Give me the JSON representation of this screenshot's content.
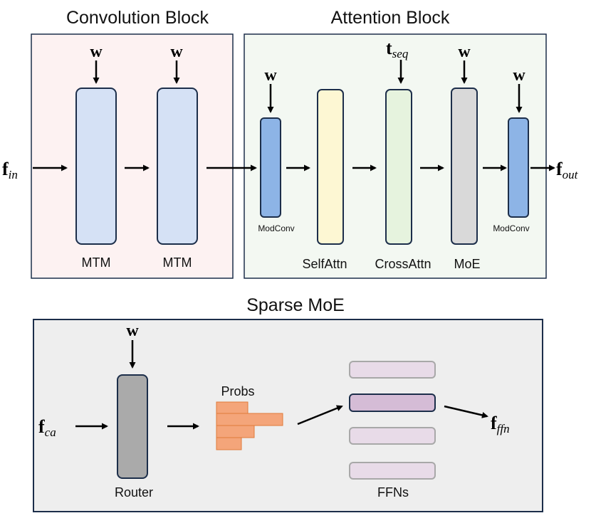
{
  "titles": {
    "conv_block": "Convolution Block",
    "attn_block": "Attention Block",
    "sparse_moe": "Sparse MoE"
  },
  "math": {
    "w": "w",
    "f": "f",
    "t": "t",
    "f_in_sub": "in",
    "f_out_sub": "out",
    "t_seq_sub": "seq",
    "f_ca_sub": "ca",
    "f_ffn_sub": "ffn"
  },
  "labels": {
    "mtm_1": "MTM",
    "mtm_2": "MTM",
    "modconv_1": "ModConv",
    "selfattn": "SelfAttn",
    "crossattn": "CrossAttn",
    "moe": "MoE",
    "modconv_2": "ModConv",
    "router": "Router",
    "probs": "Probs",
    "ffns": "FFNs"
  },
  "colors": {
    "conv_block_bg": "#fdf2f2",
    "attn_block_bg": "#f3f8f2",
    "moe_block_bg": "#eeeeee",
    "block_border": "#1c2e4a",
    "mtm_fill": "#d5e1f5",
    "modconv_fill": "#8db4e6",
    "selfattn_fill": "#fdf7d3",
    "crossattn_fill": "#e6f3de",
    "moe_fill": "#d9d9d9",
    "router_fill": "#aaaaaa",
    "probs_fill": "#f4a57a",
    "probs_border": "#e07a3a",
    "ffn_fill": "#e8dbe8",
    "ffn_selected_fill": "#d5bcd6",
    "ffn_border": "#a8a8a8"
  }
}
